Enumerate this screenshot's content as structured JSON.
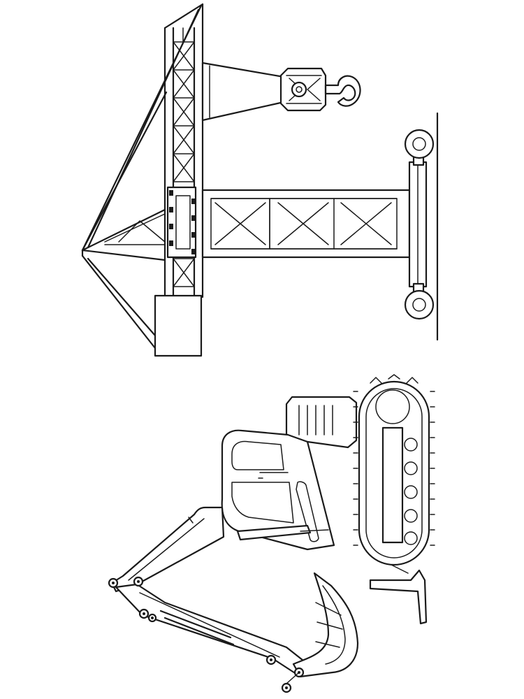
{
  "image": {
    "kind": "coloring-page",
    "subjects": [
      "crane",
      "excavator"
    ],
    "colors": {
      "background": "#ffffff",
      "ink": "#1a1a1a"
    }
  }
}
